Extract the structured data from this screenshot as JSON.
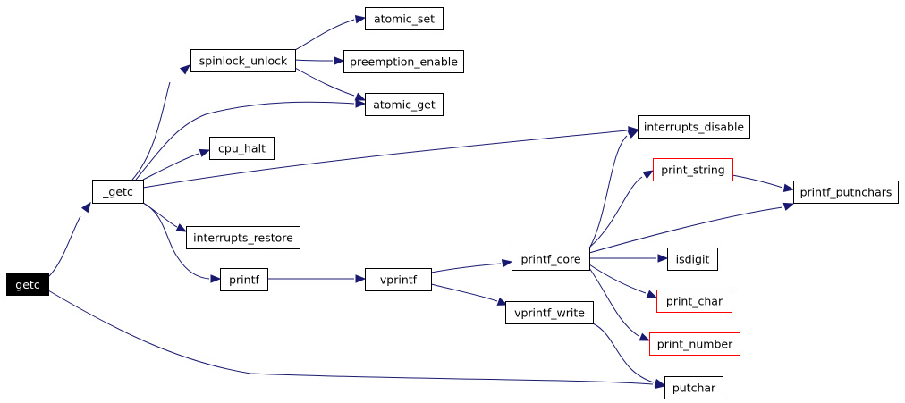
{
  "nodes": [
    {
      "id": "getc",
      "label": "getc",
      "style": "root"
    },
    {
      "id": "_getc",
      "label": "_getc",
      "style": "normal"
    },
    {
      "id": "spinlock_unlock",
      "label": "spinlock_unlock",
      "style": "normal"
    },
    {
      "id": "atomic_set",
      "label": "atomic_set",
      "style": "normal"
    },
    {
      "id": "preemption_enable",
      "label": "preemption_enable",
      "style": "normal"
    },
    {
      "id": "atomic_get",
      "label": "atomic_get",
      "style": "normal"
    },
    {
      "id": "cpu_halt",
      "label": "cpu_halt",
      "style": "normal"
    },
    {
      "id": "interrupts_disable",
      "label": "interrupts_disable",
      "style": "normal"
    },
    {
      "id": "interrupts_restore",
      "label": "interrupts_restore",
      "style": "normal"
    },
    {
      "id": "printf",
      "label": "printf",
      "style": "normal"
    },
    {
      "id": "vprintf",
      "label": "vprintf",
      "style": "normal"
    },
    {
      "id": "printf_core",
      "label": "printf_core",
      "style": "normal"
    },
    {
      "id": "vprintf_write",
      "label": "vprintf_write",
      "style": "normal"
    },
    {
      "id": "print_string",
      "label": "print_string",
      "style": "red"
    },
    {
      "id": "printf_putnchars",
      "label": "printf_putnchars",
      "style": "normal"
    },
    {
      "id": "isdigit",
      "label": "isdigit",
      "style": "normal"
    },
    {
      "id": "print_char",
      "label": "print_char",
      "style": "red"
    },
    {
      "id": "print_number",
      "label": "print_number",
      "style": "red"
    },
    {
      "id": "putchar",
      "label": "putchar",
      "style": "normal"
    }
  ],
  "edges": [
    {
      "from": "getc",
      "to": "_getc"
    },
    {
      "from": "getc",
      "to": "putchar"
    },
    {
      "from": "_getc",
      "to": "spinlock_unlock"
    },
    {
      "from": "_getc",
      "to": "atomic_get"
    },
    {
      "from": "_getc",
      "to": "cpu_halt"
    },
    {
      "from": "_getc",
      "to": "interrupts_disable"
    },
    {
      "from": "_getc",
      "to": "interrupts_restore"
    },
    {
      "from": "_getc",
      "to": "printf"
    },
    {
      "from": "spinlock_unlock",
      "to": "atomic_set"
    },
    {
      "from": "spinlock_unlock",
      "to": "preemption_enable"
    },
    {
      "from": "spinlock_unlock",
      "to": "atomic_get"
    },
    {
      "from": "printf",
      "to": "vprintf"
    },
    {
      "from": "vprintf",
      "to": "printf_core"
    },
    {
      "from": "vprintf",
      "to": "vprintf_write"
    },
    {
      "from": "printf_core",
      "to": "interrupts_disable"
    },
    {
      "from": "printf_core",
      "to": "print_string"
    },
    {
      "from": "printf_core",
      "to": "printf_putnchars"
    },
    {
      "from": "printf_core",
      "to": "isdigit"
    },
    {
      "from": "printf_core",
      "to": "print_char"
    },
    {
      "from": "printf_core",
      "to": "print_number"
    },
    {
      "from": "print_string",
      "to": "printf_putnchars"
    },
    {
      "from": "vprintf_write",
      "to": "putchar"
    }
  ],
  "colors": {
    "edge": "#191970",
    "root_fill": "#000000",
    "root_text": "#ffffff",
    "red_border": "#ff0000",
    "node_border": "#000000"
  }
}
